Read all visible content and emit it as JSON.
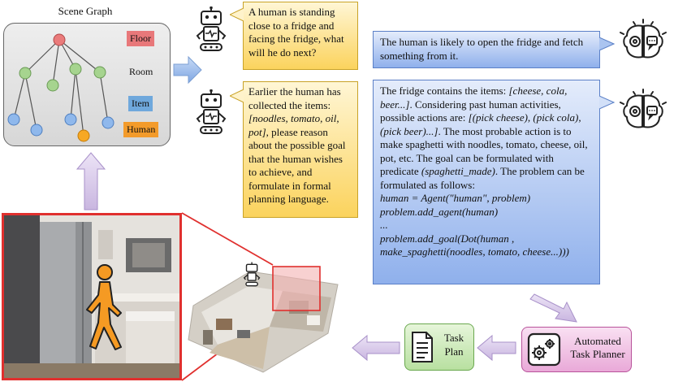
{
  "scene_graph": {
    "title": "Scene Graph",
    "legend": [
      {
        "label": "Floor",
        "color": "#e06666"
      },
      {
        "label": "Room",
        "color": "#93c47d"
      },
      {
        "label": "Item",
        "color": "#6fa8dc"
      },
      {
        "label": "Human",
        "color": "#f6a623"
      }
    ]
  },
  "prompt1": {
    "text": "A human is standing close to a fridge and facing the fridge, what will he do next?"
  },
  "prompt2": {
    "text_before": "Earlier the human has collected the items: ",
    "items_italic": "[noodles, tomato, oil, pot]",
    "text_after": ", please reason about the possible goal that the human wishes to achieve, and formulate in formal planning language."
  },
  "response1": {
    "text": "The human is likely to open the fridge and fetch something from it."
  },
  "response2": {
    "p1_plain": "The fridge contains the items: ",
    "p1_italic": "[cheese, cola, beer...]",
    "p2_plain": ". Considering past human activities, possible actions are: ",
    "p2_italic": "[(pick cheese), (pick cola), (pick beer)...]",
    "p3_plain": ". The most probable action is to make spaghetti with noodles, tomato, cheese, oil, pot, etc. The goal can be formulated with predicate ",
    "p3_italic": "(spaghetti_made)",
    "p4_plain": ". The problem can be formulated as follows:",
    "code_lines": [
      "human = Agent(\"human\", problem)",
      "problem.add_agent(human)",
      "...",
      "problem.add_goal(Dot(human ,",
      "make_spaghetti(noodles, tomato, cheese...)))"
    ]
  },
  "planner": {
    "label": "Automated Task Planner"
  },
  "task_plan": {
    "label": "Task Plan"
  }
}
